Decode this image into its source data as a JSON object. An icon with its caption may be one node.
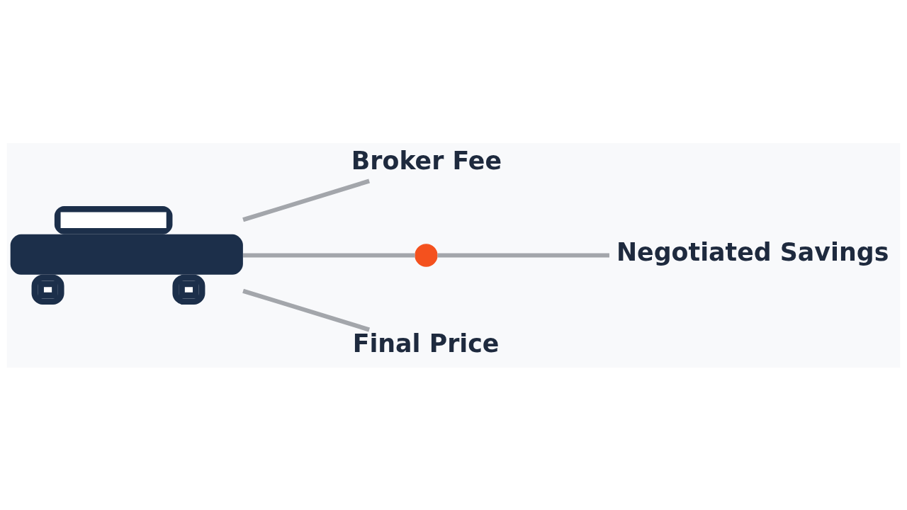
{
  "diagram": {
    "nodes": [
      {
        "text": [],
        "shape": "picture"
      },
      {
        "text": [
          "Broker Fee"
        ]
      },
      {
        "text": [],
        "shape": "circle"
      },
      {
        "text": [
          "Negotiated Savings"
        ]
      },
      {
        "text": [
          "Final Price"
        ]
      }
    ],
    "edges": [
      {
        "from": 0,
        "to": 1,
        "arrow": "none"
      },
      {
        "from": 0,
        "to": 2,
        "arrow": "none"
      },
      {
        "from": 2,
        "to": 3,
        "arrow": "none"
      },
      {
        "from": 0,
        "to": 4,
        "arrow": "none"
      }
    ]
  }
}
